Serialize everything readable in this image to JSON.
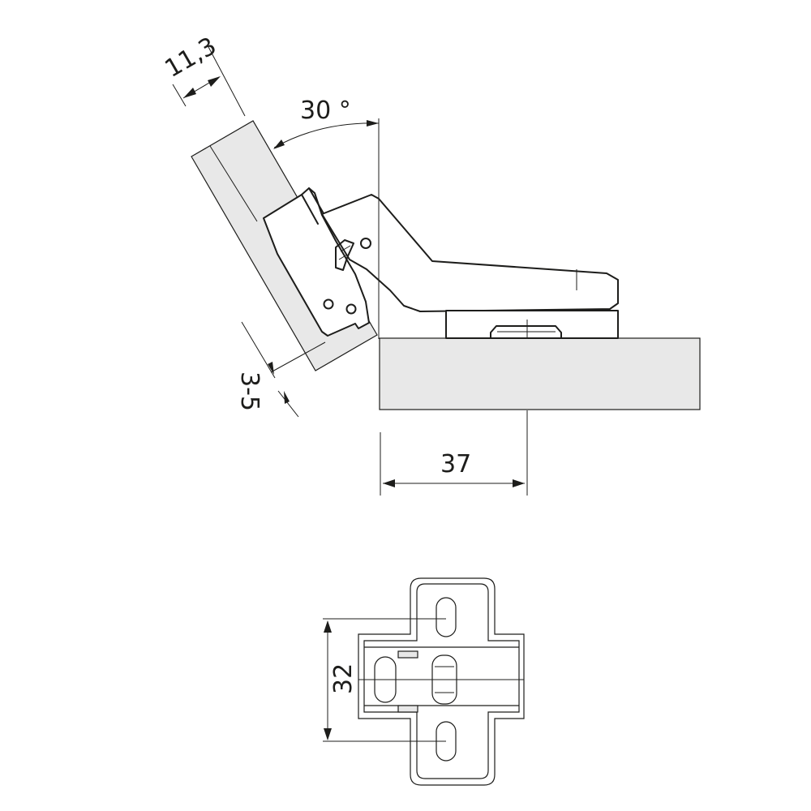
{
  "dimensions": {
    "overlay_width": "11,3",
    "angle": "30 °",
    "gap": "3-5",
    "drilling_distance": "37",
    "hole_spacing": "32"
  }
}
